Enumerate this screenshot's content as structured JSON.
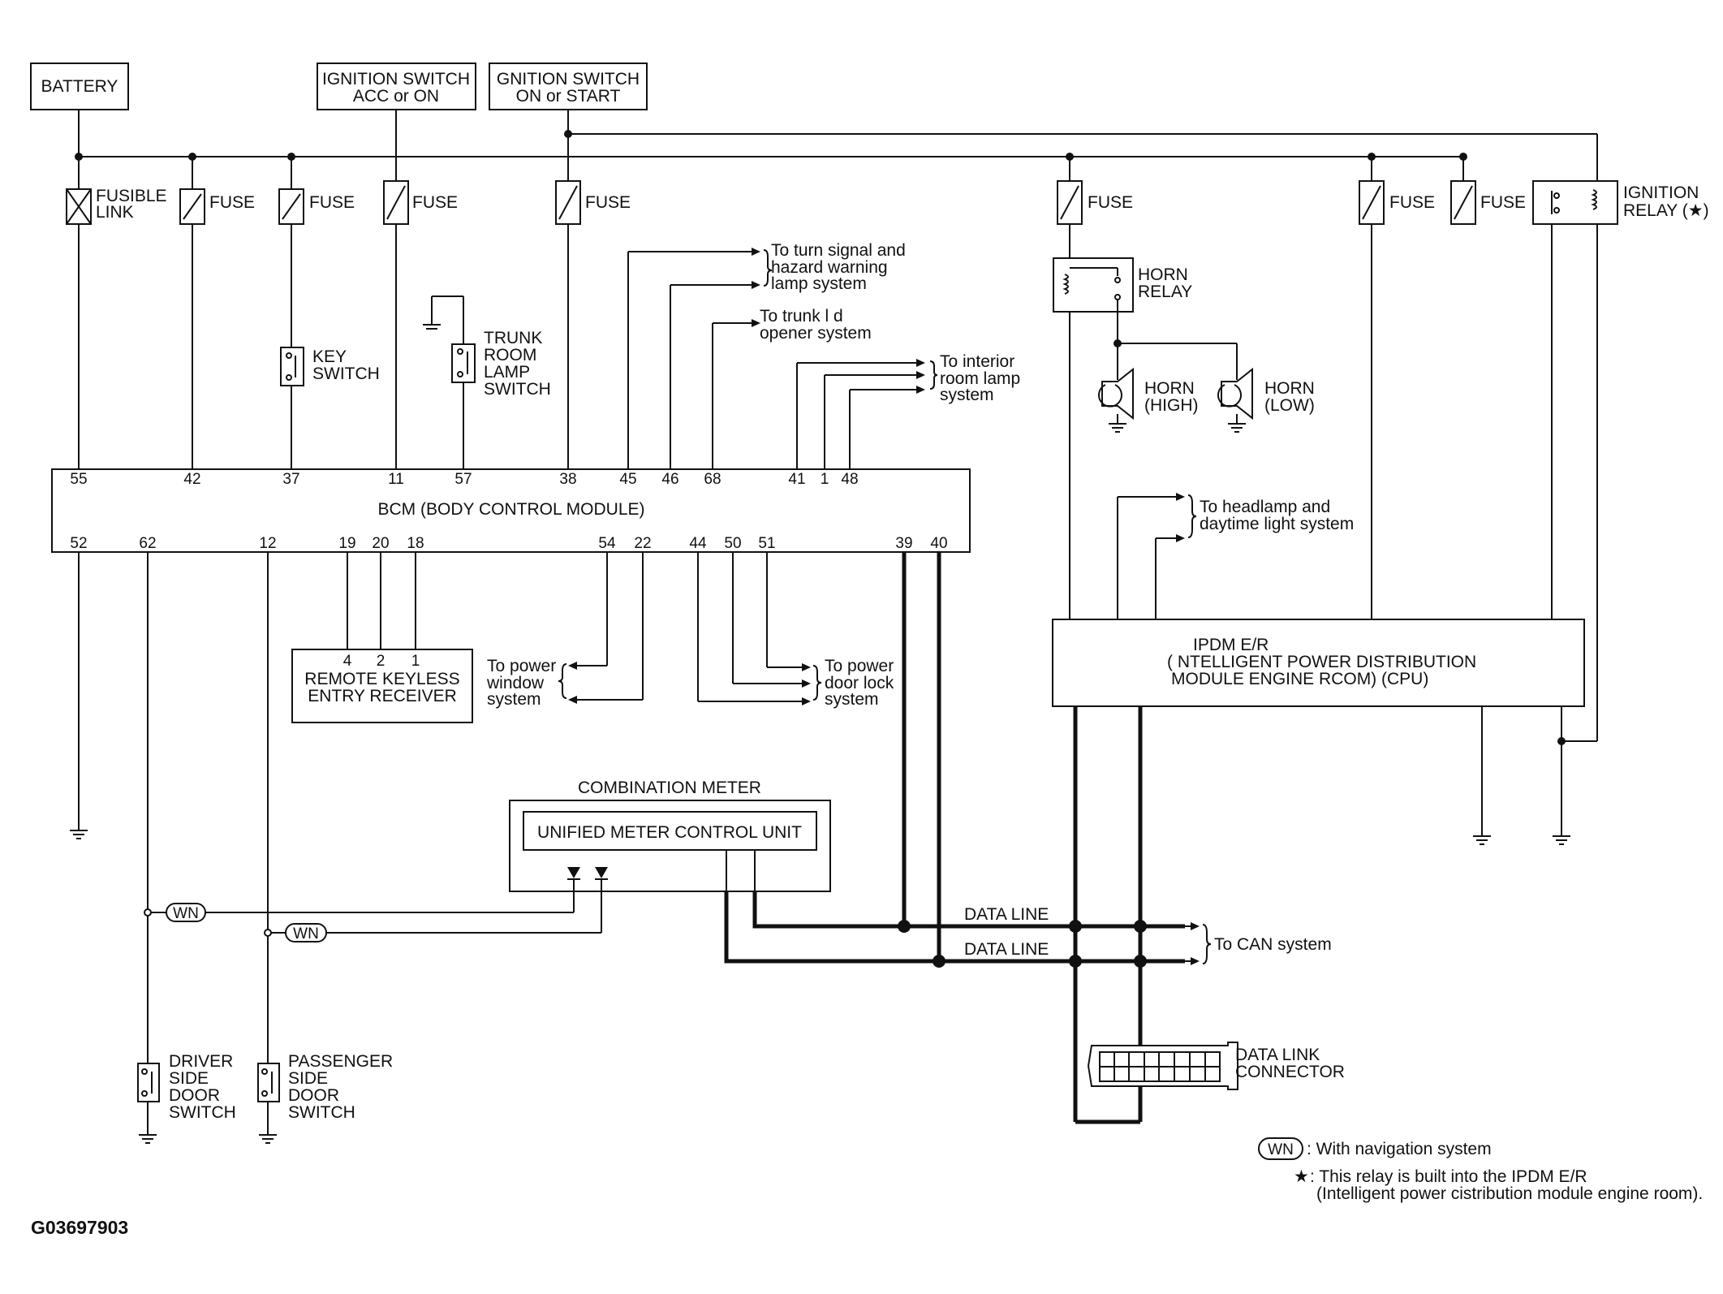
{
  "components": {
    "battery": "BATTERY",
    "ign_acc_1": "IGNITION SWITCH",
    "ign_acc_2": "ACC or ON",
    "ign_start_1": "GNITION SWITCH",
    "ign_start_2": "ON or START",
    "fusible_link_1": "FUSIBLE",
    "fusible_link_2": "LINK",
    "fuse": "FUSE",
    "ign_relay_1": "IGNITION",
    "ign_relay_2": "RELAY (★)",
    "horn_relay_1": "HORN",
    "horn_relay_2": "RELAY",
    "horn_high_1": "HORN",
    "horn_high_2": "(HIGH)",
    "horn_low_1": "HORN",
    "horn_low_2": "(LOW)",
    "key_switch_1": "KEY",
    "key_switch_2": "SWITCH",
    "trunk_1": "TRUNK",
    "trunk_2": "ROOM",
    "trunk_3": "LAMP",
    "trunk_4": "SWITCH",
    "bcm": "BCM (BODY CONTROL MODULE)",
    "rke_1": "REMOTE KEYLESS",
    "rke_2": "ENTRY RECEIVER",
    "ipdm_1": "IPDM E/R",
    "ipdm_2": "( NTELLIGENT POWER DISTRIBUTION",
    "ipdm_3": "MODULE ENGINE RCOM) (CPU)",
    "combo_meter": "COMBINATION METER",
    "umcu": "UNIFIED METER CONTROL UNIT",
    "dlc_1": "DATA LINK",
    "dlc_2": "CONNECTOR",
    "driver_1": "DRIVER",
    "driver_2": "SIDE",
    "driver_3": "DOOR",
    "driver_4": "SWITCH",
    "pass_1": "PASSENGER",
    "pass_2": "SIDE",
    "pass_3": "DOOR",
    "pass_4": "SWITCH",
    "data_line": "DATA LINE",
    "wn": "WN"
  },
  "destinations": {
    "turn_1": "To turn signal and",
    "turn_2": "hazard warning",
    "turn_3": "lamp system",
    "trunk_lid_1": "To trunk l d",
    "trunk_lid_2": "opener system",
    "interior_1": "To interior",
    "interior_2": "room lamp",
    "interior_3": "system",
    "headlamp_1": "To headlamp and",
    "headlamp_2": "daytime light system",
    "pwin_1": "To power",
    "pwin_2": "window",
    "pwin_3": "system",
    "plock_1": "To power",
    "plock_2": "door lock",
    "plock_3": "system",
    "can": "To CAN system"
  },
  "bcm_pins_top": [
    "55",
    "42",
    "37",
    "11",
    "57",
    "38",
    "45",
    "46",
    "68",
    "41",
    "1",
    "48"
  ],
  "bcm_pins_bottom": [
    "52",
    "62",
    "12",
    "19",
    "20",
    "18",
    "54",
    "22",
    "44",
    "50",
    "51",
    "39",
    "40"
  ],
  "rke_pins": [
    "4",
    "2",
    "1"
  ],
  "legend": {
    "wn_desc": ": With navigation system",
    "star": "★",
    "relay_note_1": ": This relay is built into the IPDM E/R",
    "relay_note_2": "(Intelligent power cistribution module engine room)."
  },
  "figure_id": "G03697903"
}
